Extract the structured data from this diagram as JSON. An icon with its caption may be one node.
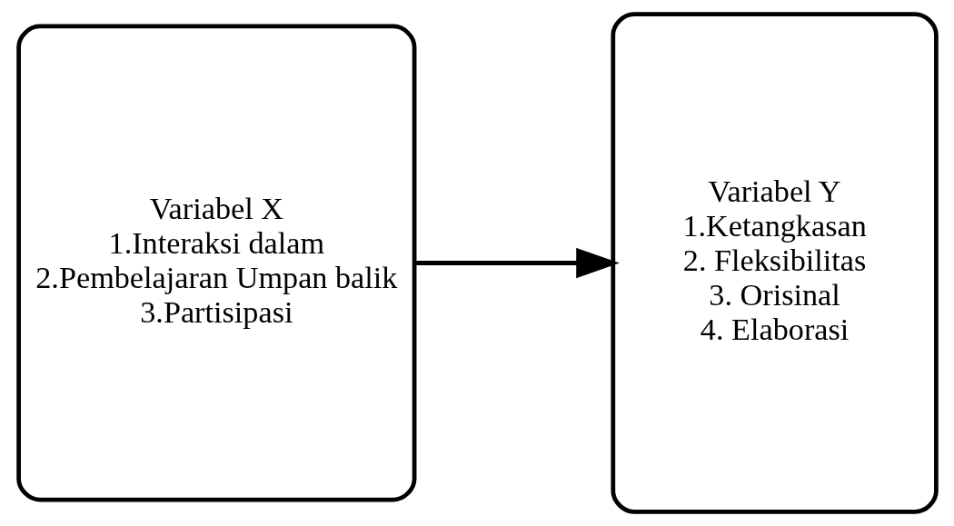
{
  "diagram": {
    "nodes": [
      {
        "text": [
          "Variabel X",
          "1.Interaksi dalam",
          "2.Pembelajaran Umpan balik",
          "3.Partisipasi"
        ]
      },
      {
        "text": [
          "Variabel Y",
          "1.Ketangkasan",
          "2. Fleksibilitas",
          "3. Orisinal",
          "4. Elaborasi"
        ]
      }
    ],
    "edges": [
      {
        "from": 0,
        "to": 1,
        "arrow": "to"
      }
    ]
  }
}
